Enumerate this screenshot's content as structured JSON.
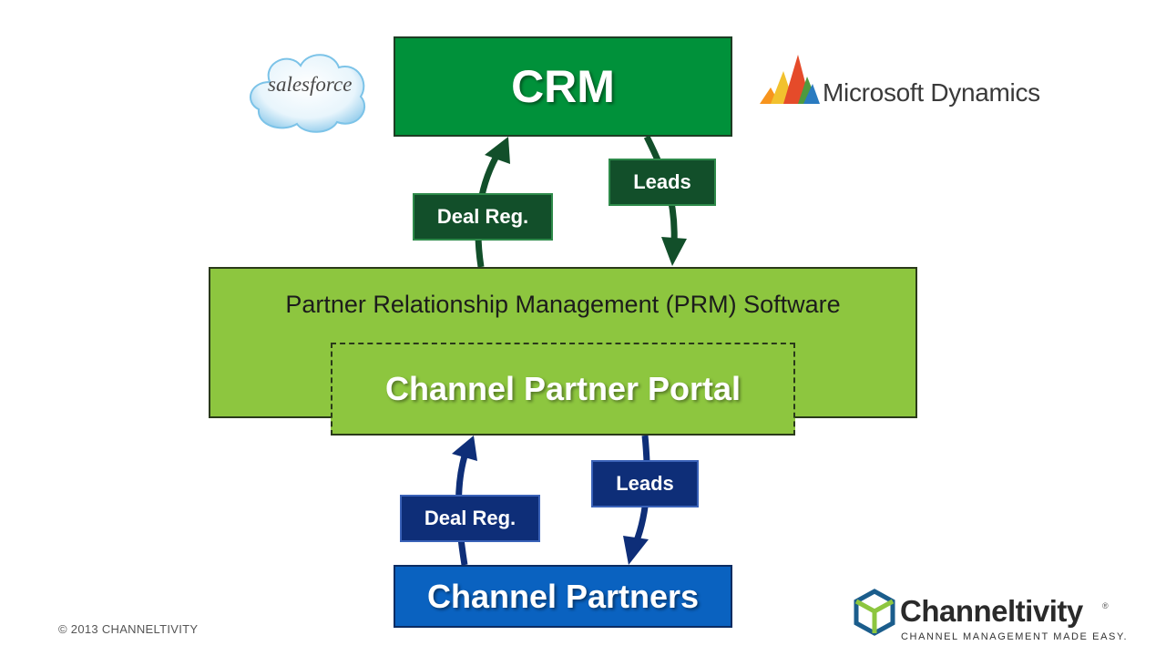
{
  "logos": {
    "salesforce": "salesforce",
    "microsoft_dynamics": "Microsoft Dynamics",
    "channeltivity": {
      "name": "Channeltivity",
      "registered": "®",
      "tagline": "CHANNEL MANAGEMENT MADE EASY."
    }
  },
  "nodes": {
    "crm": "CRM",
    "prm": "Partner Relationship Management (PRM) Software",
    "portal": "Channel Partner Portal",
    "partners": "Channel Partners"
  },
  "edges": {
    "top_up": "Deal Reg.",
    "top_down": "Leads",
    "bottom_up": "Deal Reg.",
    "bottom_down": "Leads"
  },
  "footer": {
    "copyright": "© 2013 CHANNELTIVITY"
  },
  "colors": {
    "crm": "#00913a",
    "prm": "#8dc63f",
    "partners": "#0a62c0",
    "tag_green": "#124f2a",
    "tag_blue": "#0e2e78",
    "arrow_green": "#124f2a",
    "arrow_blue": "#0e2e78"
  }
}
